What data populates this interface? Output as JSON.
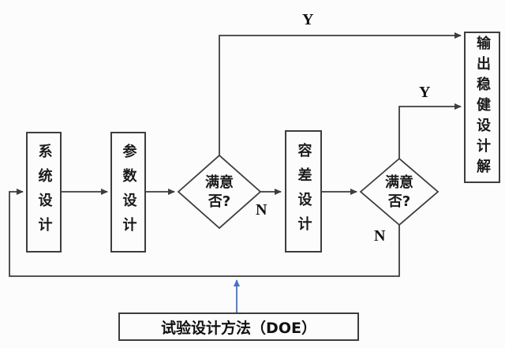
{
  "diagram": {
    "title": "robust-design-flowchart",
    "nodes": {
      "system_design": {
        "label": "系统设计"
      },
      "parameter_design": {
        "label": "参数设计"
      },
      "decision1": {
        "line1": "满意",
        "line2": "否?"
      },
      "tolerance_design": {
        "label": "容差设计"
      },
      "decision2": {
        "line1": "满意",
        "line2": "否?"
      },
      "output_solution": {
        "label": "输出稳健设计解"
      },
      "doe_method": {
        "label": "试验设计方法（DOE）"
      }
    },
    "edge_labels": {
      "decision1_yes": "Y",
      "decision1_no": "N",
      "decision2_yes": "Y",
      "decision2_no": "N"
    },
    "colors": {
      "line": "#3d3d3d",
      "doe_arrow": "#4472c4",
      "background": "#fcfcfc"
    }
  }
}
